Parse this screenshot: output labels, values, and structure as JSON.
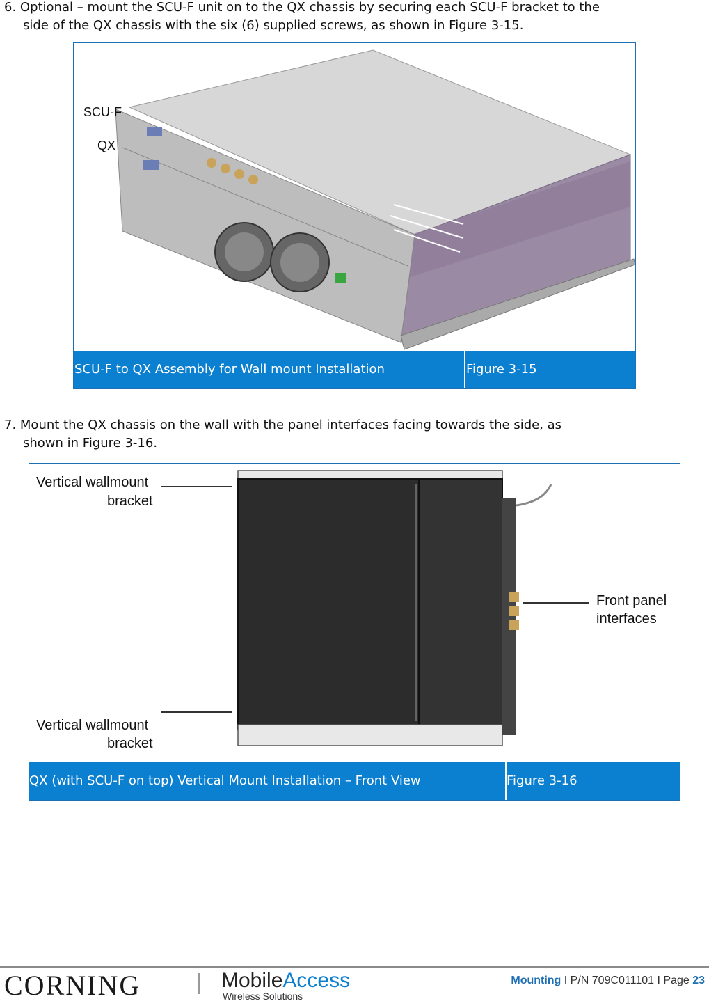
{
  "step6": {
    "line1": "6. Optional – mount the SCU-F unit on to the QX chassis by securing each SCU-F bracket to the",
    "line2": "side of the QX chassis with the six (6) supplied screws, as shown in Figure 3-15."
  },
  "figure1": {
    "caption": "SCU-F to QX Assembly for Wall mount Installation",
    "number": "Figure 3-15",
    "labels": {
      "scuf": "SCU-F",
      "qx": "QX"
    }
  },
  "step7": {
    "line1": "7.  Mount the QX chassis on the wall with the panel interfaces facing towards the side, as",
    "line2": "shown in Figure 3-16."
  },
  "figure2": {
    "caption": "QX (with SCU-F on top) Vertical Mount Installation – Front View",
    "number": "Figure 3-16",
    "labels": {
      "top_bracket_1": "Vertical wallmount",
      "top_bracket_2": "bracket",
      "bottom_bracket_1": "Vertical wallmount",
      "bottom_bracket_2": "bracket",
      "front_1": "Front panel",
      "front_2": "interfaces"
    }
  },
  "footer": {
    "brand": "CORNING",
    "product_a": "Mobile",
    "product_b": "Access",
    "product_sub": "Wireless Solutions",
    "section": "Mounting",
    "part_info": " I P/N 709C011101 I Page ",
    "page": "23"
  }
}
